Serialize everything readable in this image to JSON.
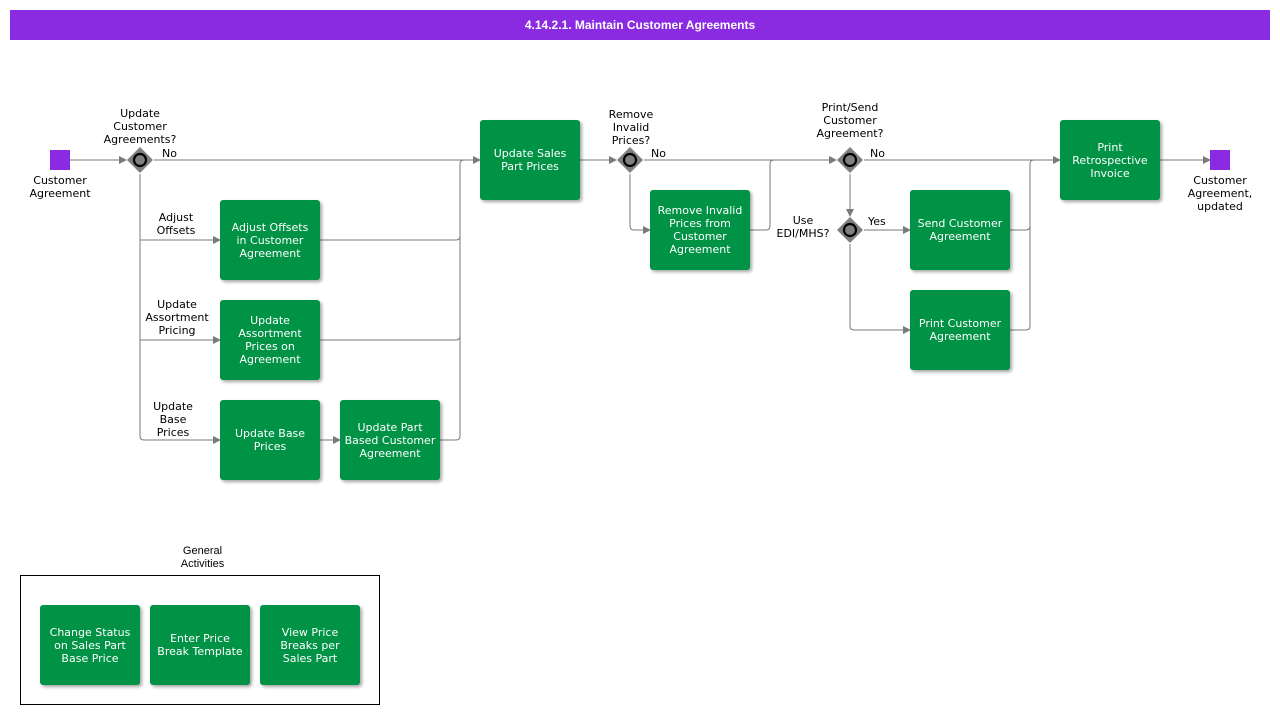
{
  "title": "4.14.2.1. Maintain Customer Agreements",
  "events": {
    "start": "Customer\nAgreement",
    "end": "Customer\nAgreement,\nupdated"
  },
  "gateways": {
    "update_agreements": "Update\nCustomer\nAgreements?",
    "remove_invalid": "Remove\nInvalid\nPrices?",
    "print_send": "Print/Send\nCustomer\nAgreement?",
    "use_edi": "Use\nEDI/MHS?"
  },
  "tasks": {
    "update_sales_part_prices": "Update Sales\nPart Prices",
    "adjust_offsets": "Adjust Offsets\nin Customer\nAgreement",
    "update_assortment": "Update\nAssortment\nPrices on\nAgreement",
    "update_base_prices": "Update Base\nPrices",
    "update_part_based": "Update Part\nBased Customer\nAgreement",
    "remove_invalid_prices": "Remove Invalid\nPrices from\nCustomer\nAgreement",
    "send_agreement": "Send Customer\nAgreement",
    "print_agreement": "Print Customer\nAgreement",
    "print_invoice": "Print\nRetrospective\nInvoice"
  },
  "flow_labels": {
    "no_1": "No",
    "adjust_offsets": "Adjust\nOffsets",
    "update_assortment": "Update\nAssortment\nPricing",
    "update_base": "Update\nBase\nPrices",
    "no_2": "No",
    "no_3": "No",
    "yes": "Yes"
  },
  "general": {
    "title": "General\nActivities",
    "items": [
      "Change Status\non Sales Part\nBase Price",
      "Enter Price\nBreak Template",
      "View Price\nBreaks per\nSales Part"
    ]
  },
  "colors": {
    "header": "#8a2be2",
    "task": "#009245",
    "event": "#8a2be2",
    "gateway": "#808080",
    "line": "#7a7a7a"
  }
}
